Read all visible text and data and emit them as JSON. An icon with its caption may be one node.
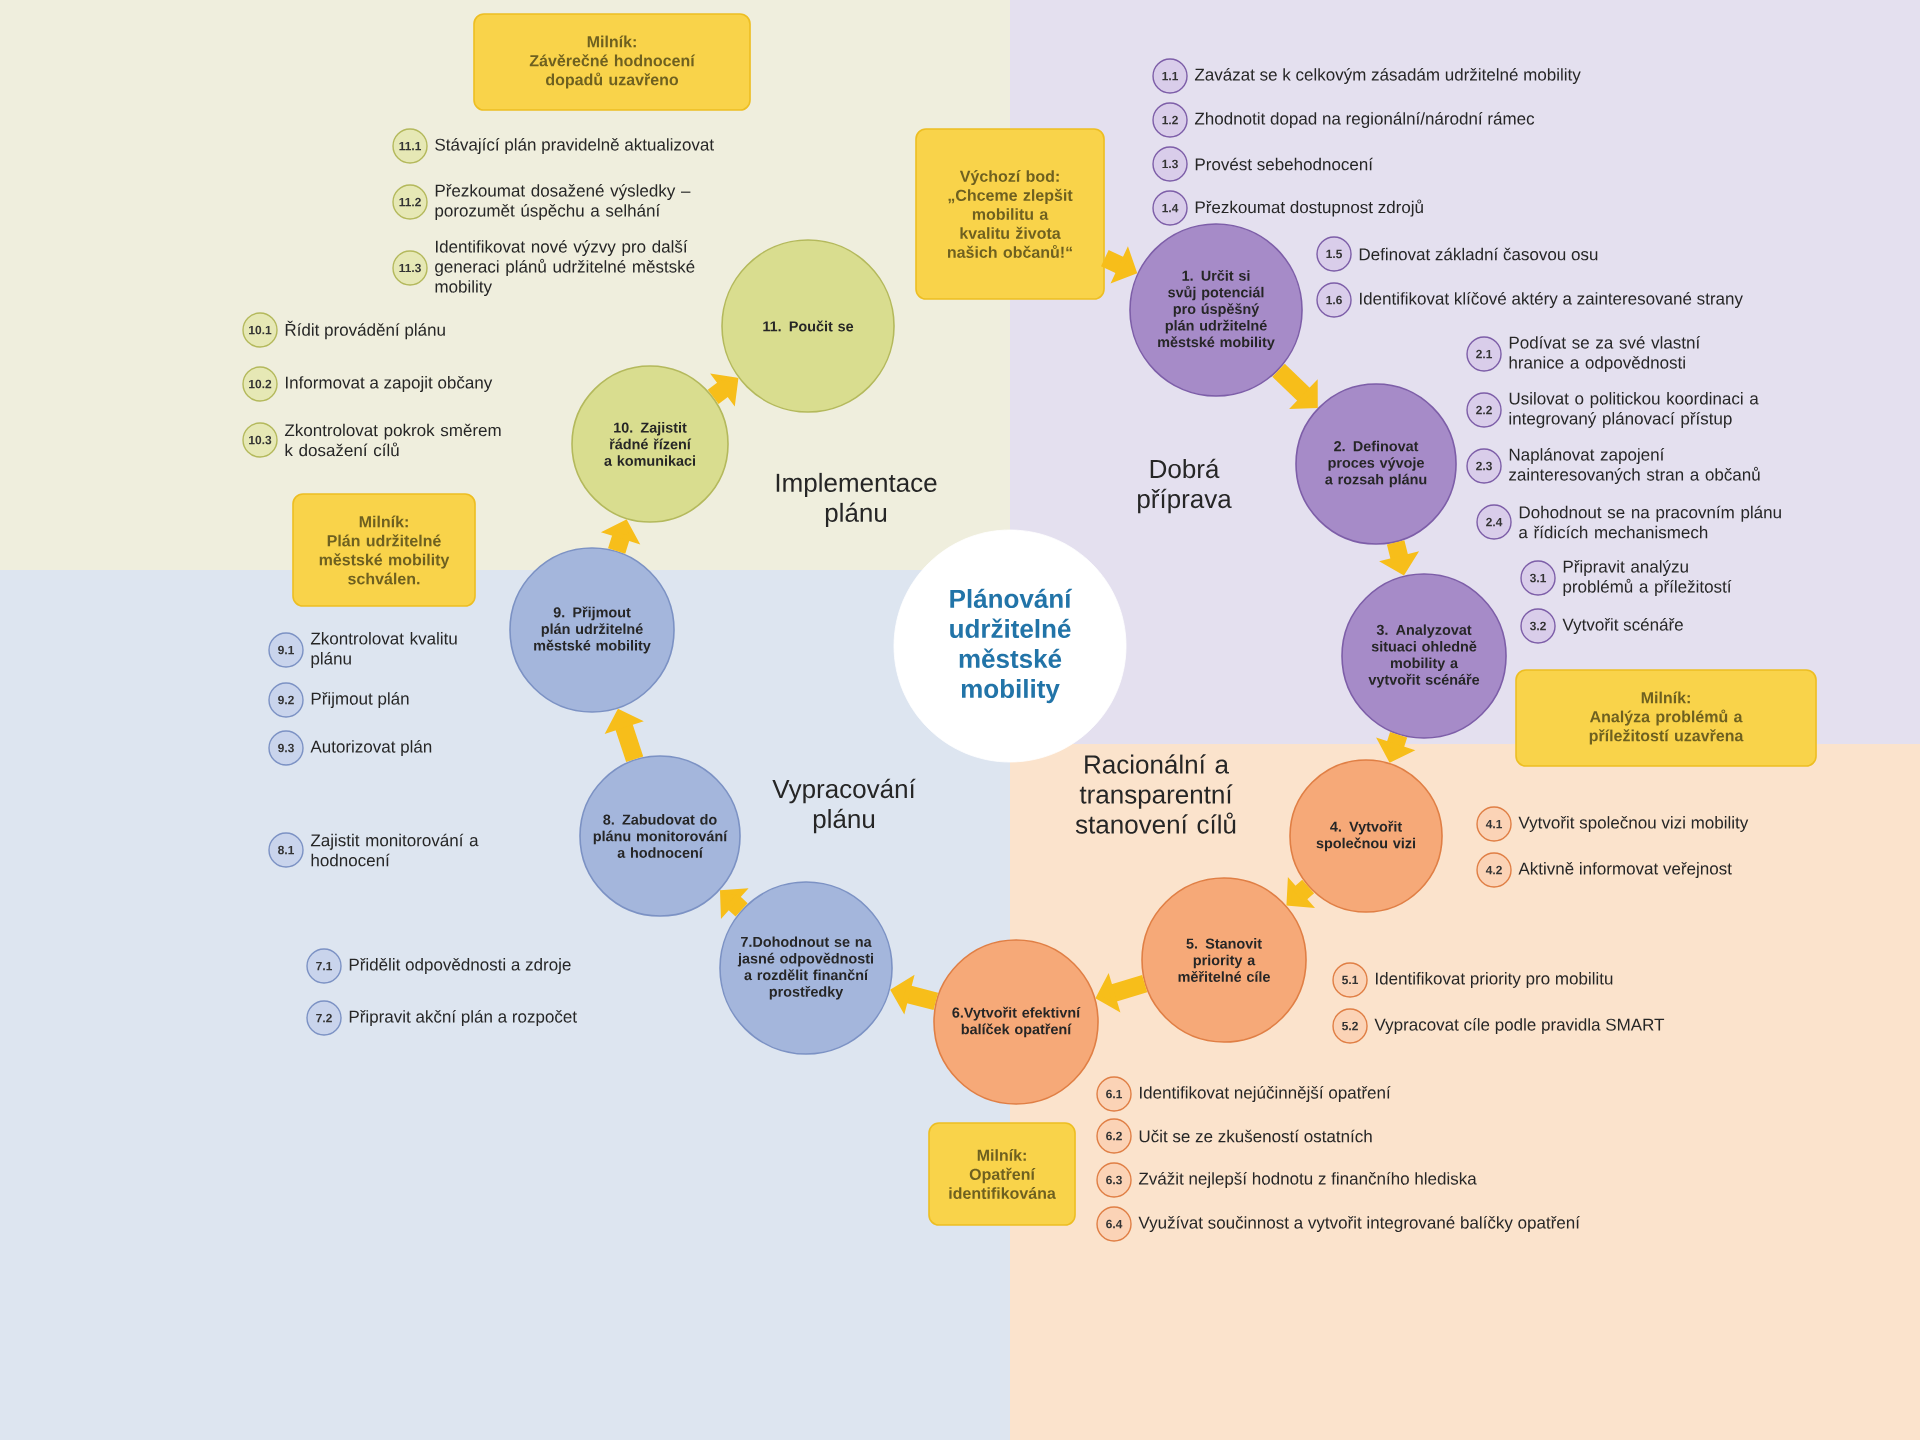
{
  "diagram": {
    "nodes": [
      {
        "text": [
          "Plánování udržitelné městské mobility"
        ]
      },
      {
        "text": [
          "Výchozí bod:",
          "„Chceme zlepšit mobilitu a kvalitu života našich občanů!“"
        ]
      },
      {
        "text": [
          "1. Určit si svůj potenciál pro úspěšný plán udržitelné městské mobility"
        ]
      },
      {
        "text": [
          "2. Definovat proces vývoje a rozsah plánu"
        ]
      },
      {
        "text": [
          "3. Analyzovat situaci ohledně mobility a vytvořit scénáře"
        ]
      },
      {
        "text": [
          "4. Vytvořit společnou vizi"
        ]
      },
      {
        "text": [
          "5. Stanovit priority a měřitelné cíle"
        ]
      },
      {
        "text": [
          "6.Vytvořit efektivní balíček opatření"
        ]
      },
      {
        "text": [
          "7.Dohodnout se na jasné odpovědnosti a rozdělit finanční prostředky"
        ]
      },
      {
        "text": [
          "8. Zabudovat do plánu monitorování a hodnocení"
        ]
      },
      {
        "text": [
          "9. Přijmout plán udržitelné městské mobility"
        ]
      },
      {
        "text": [
          "10. Zajistit řádné řízení a komunikaci"
        ]
      },
      {
        "text": [
          "11. Poučit se"
        ]
      },
      {
        "text": [
          "Milník:",
          "Závěrečné hodnocení dopadů uzavřeno"
        ]
      },
      {
        "text": [
          "Milník:",
          "Plán udržitelné městské mobility schválen."
        ]
      },
      {
        "text": [
          "Milník:",
          "Analýza problémů a příležitostí uzavřena"
        ]
      },
      {
        "text": [
          "Milník:",
          "Opatření identifikována"
        ]
      },
      {
        "text": [
          "1.1"
        ],
        "beside": [
          "Zavázat se k celkovým zásadám  udržitelné mobility"
        ]
      },
      {
        "text": [
          "1.2"
        ],
        "beside": [
          "Zhodnotit dopad na regionální/národní rámec"
        ]
      },
      {
        "text": [
          "1.3"
        ],
        "beside": [
          "Provést sebehodnocení"
        ]
      },
      {
        "text": [
          "1.4"
        ],
        "beside": [
          "Přezkoumat dostupnost zdrojů"
        ]
      },
      {
        "text": [
          "1.5"
        ],
        "beside": [
          "Definovat základní časovou osu"
        ]
      },
      {
        "text": [
          "1.6"
        ],
        "beside": [
          "Identifikovat klíčové aktéry a zainteresované strany"
        ]
      },
      {
        "text": [
          "2.1"
        ],
        "beside": [
          "Podívat se za své vlastní hranice a odpovědnosti"
        ]
      },
      {
        "text": [
          "2.2"
        ],
        "beside": [
          "Usilovat o politickou koordinaci a integrovaný plánovací přístup"
        ]
      },
      {
        "text": [
          "2.3"
        ],
        "beside": [
          "Naplánovat zapojení zainteresovaných stran a občanů"
        ]
      },
      {
        "text": [
          "2.4"
        ],
        "beside": [
          "Dohodnout se na pracovním plánu a řídicích mechanismech"
        ]
      },
      {
        "text": [
          "3.1"
        ],
        "beside": [
          "Připravit analýzu problémů a příležitostí"
        ]
      },
      {
        "text": [
          "3.2"
        ],
        "beside": [
          "Vytvořit scénáře"
        ]
      },
      {
        "text": [
          "4.1"
        ],
        "beside": [
          "Vytvořit společnou vizi mobility"
        ]
      },
      {
        "text": [
          "4.2"
        ],
        "beside": [
          "Aktivně informovat veřejnost"
        ]
      },
      {
        "text": [
          "5.1"
        ],
        "beside": [
          "Identifikovat priority pro mobilitu"
        ]
      },
      {
        "text": [
          "5.2"
        ],
        "beside": [
          "Vypracovat cíle podle pravidla SMART"
        ]
      },
      {
        "text": [
          "6.1"
        ],
        "beside": [
          "Identifikovat nejúčinnější opatření"
        ]
      },
      {
        "text": [
          "6.2"
        ],
        "beside": [
          "Učit se ze zkušeností ostatních"
        ]
      },
      {
        "text": [
          "6.3"
        ],
        "beside": [
          "Zvážit nejlepší hodnotu z finančního hlediska"
        ]
      },
      {
        "text": [
          "6.4"
        ],
        "beside": [
          "Využívat součinnost a vytvořit integrované balíčky opatření"
        ]
      },
      {
        "text": [
          "7.1"
        ],
        "beside": [
          "Přidělit odpovědnosti a zdroje"
        ]
      },
      {
        "text": [
          "7.2"
        ],
        "beside": [
          "Připravit akční plán a rozpočet"
        ]
      },
      {
        "text": [
          "8.1"
        ],
        "beside": [
          "Zajistit monitorování a hodnocení"
        ]
      },
      {
        "text": [
          "9.1"
        ],
        "beside": [
          "Zkontrolovat kvalitu plánu"
        ]
      },
      {
        "text": [
          "9.2"
        ],
        "beside": [
          "Přijmout plán"
        ]
      },
      {
        "text": [
          "9.3"
        ],
        "beside": [
          "Autorizovat plán"
        ]
      },
      {
        "text": [
          "10.1"
        ],
        "beside": [
          "Řídit provádění plánu"
        ]
      },
      {
        "text": [
          "10.2"
        ],
        "beside": [
          "Informovat a zapojit občany"
        ]
      },
      {
        "text": [
          "10.3"
        ],
        "beside": [
          "Zkontrolovat pokrok směrem k dosažení cílů"
        ]
      },
      {
        "text": [
          "11.1"
        ],
        "beside": [
          "Stávající plán pravidelně aktualizovat"
        ]
      },
      {
        "text": [
          "11.2"
        ],
        "beside": [
          "Přezkoumat dosažené výsledky – porozumět úspěchu a selhání"
        ]
      },
      {
        "text": [
          "11.3"
        ],
        "beside": [
          "Identifikovat nové výzvy pro další generaci plánů udržitelné městské mobility"
        ]
      }
    ],
    "edges": [
      {
        "from": 1,
        "to": 2,
        "arrow": "to"
      },
      {
        "from": 2,
        "to": 3,
        "arrow": "to"
      },
      {
        "from": 3,
        "to": 4,
        "arrow": "to"
      },
      {
        "from": 4,
        "to": 5,
        "arrow": "to"
      },
      {
        "from": 5,
        "to": 6,
        "arrow": "to"
      },
      {
        "from": 6,
        "to": 7,
        "arrow": "to"
      },
      {
        "from": 7,
        "to": 8,
        "arrow": "to"
      },
      {
        "from": 8,
        "to": 9,
        "arrow": "to"
      },
      {
        "from": 9,
        "to": 10,
        "arrow": "to"
      },
      {
        "from": 10,
        "to": 11,
        "arrow": "to"
      },
      {
        "from": 11,
        "to": 12,
        "arrow": "to"
      }
    ],
    "labels": [
      "Implementace plánu",
      "Dobrá příprava",
      "Vypracování plánu",
      "Racionální a transparentní stanovení cílů"
    ]
  }
}
